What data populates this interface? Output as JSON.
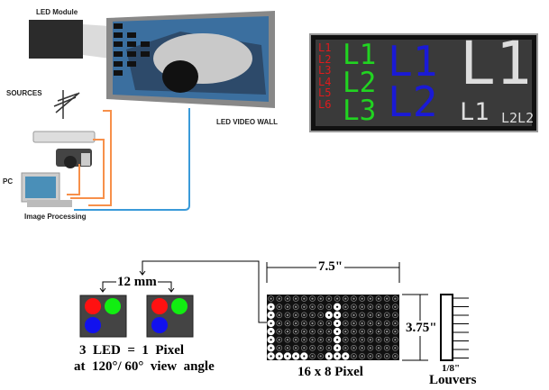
{
  "labels": {
    "led_module": "LED Module",
    "sources": "SOURCES",
    "led_video_wall": "LED VIDEO WALL",
    "pc": "PC",
    "image_processing": "Image Processing"
  },
  "led_panel": {
    "red_lines": [
      "L1",
      "L2",
      "L3",
      "L4",
      "L5",
      "L6"
    ],
    "green_lines": [
      "L1",
      "L2",
      "L3"
    ],
    "blue_lines": [
      "L1",
      "L2"
    ],
    "white_big": "L1",
    "white_small_left": "L1",
    "white_small_right": "L2L2"
  },
  "pixel_diagram": {
    "spacing": "12 mm",
    "equation": "3  LED  =  1  Pixel",
    "view_angle": "at  120°/ 60°  view  angle",
    "width": "7.5\"",
    "height": "3.75\"",
    "matrix_label": "16 x 8 Pixel",
    "louver_size": "1/8\"",
    "louvers_label": "Louvers",
    "matrix_cols": 16,
    "matrix_rows": 8,
    "lit_pixels": [
      [
        1,
        0
      ],
      [
        2,
        0
      ],
      [
        3,
        0
      ],
      [
        4,
        0
      ],
      [
        5,
        0
      ],
      [
        6,
        0
      ],
      [
        7,
        0
      ],
      [
        7,
        1
      ],
      [
        7,
        2
      ],
      [
        7,
        3
      ],
      [
        7,
        4
      ],
      [
        1,
        8
      ],
      [
        2,
        8
      ],
      [
        3,
        8
      ],
      [
        4,
        8
      ],
      [
        5,
        8
      ],
      [
        6,
        8
      ],
      [
        7,
        8
      ],
      [
        2,
        7
      ],
      [
        7,
        7
      ],
      [
        7,
        9
      ]
    ]
  },
  "colors": {
    "red": "#e8141c",
    "green": "#1fe01f",
    "blue": "#1a1ae0",
    "cable_orange": "#f7904a",
    "cable_blue": "#3a9ad9"
  }
}
